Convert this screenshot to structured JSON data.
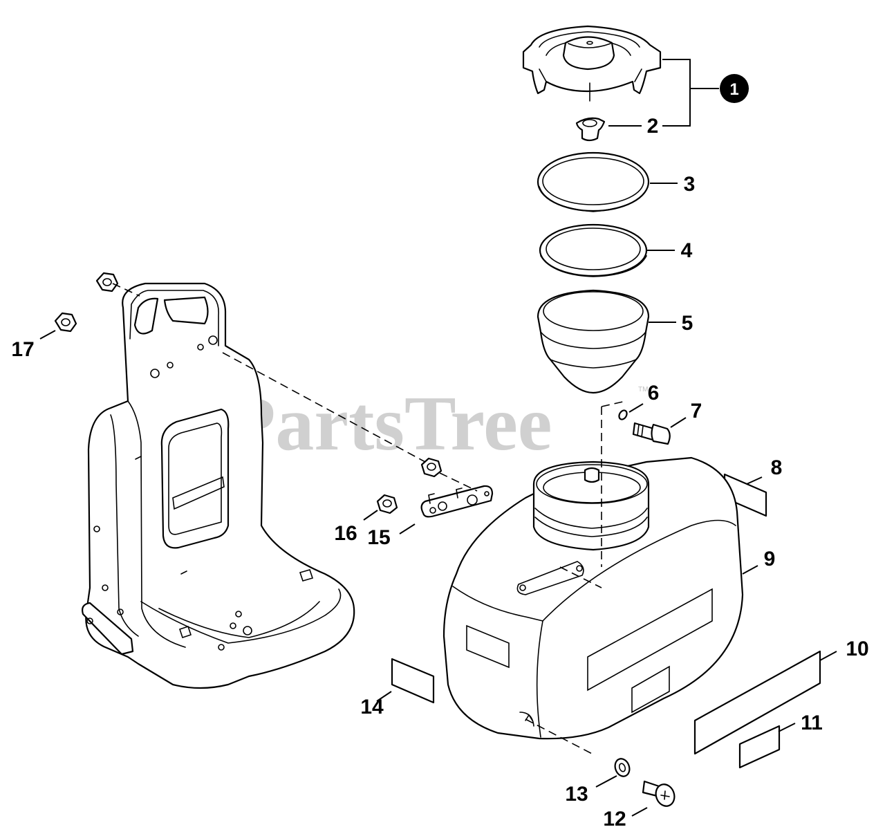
{
  "watermark": {
    "text": "PartsTree",
    "mark": "TM"
  },
  "callouts": {
    "c1": "1",
    "c2": "2",
    "c3": "3",
    "c4": "4",
    "c5": "5",
    "c6": "6",
    "c7": "7",
    "c8": "8",
    "c9": "9",
    "c10": "10",
    "c11": "11",
    "c12": "12",
    "c13": "13",
    "c14": "14",
    "c15": "15",
    "c16": "16",
    "c17": "17"
  },
  "colors": {
    "line": "#000000",
    "background": "#ffffff",
    "watermark": "#c8c8c8"
  }
}
